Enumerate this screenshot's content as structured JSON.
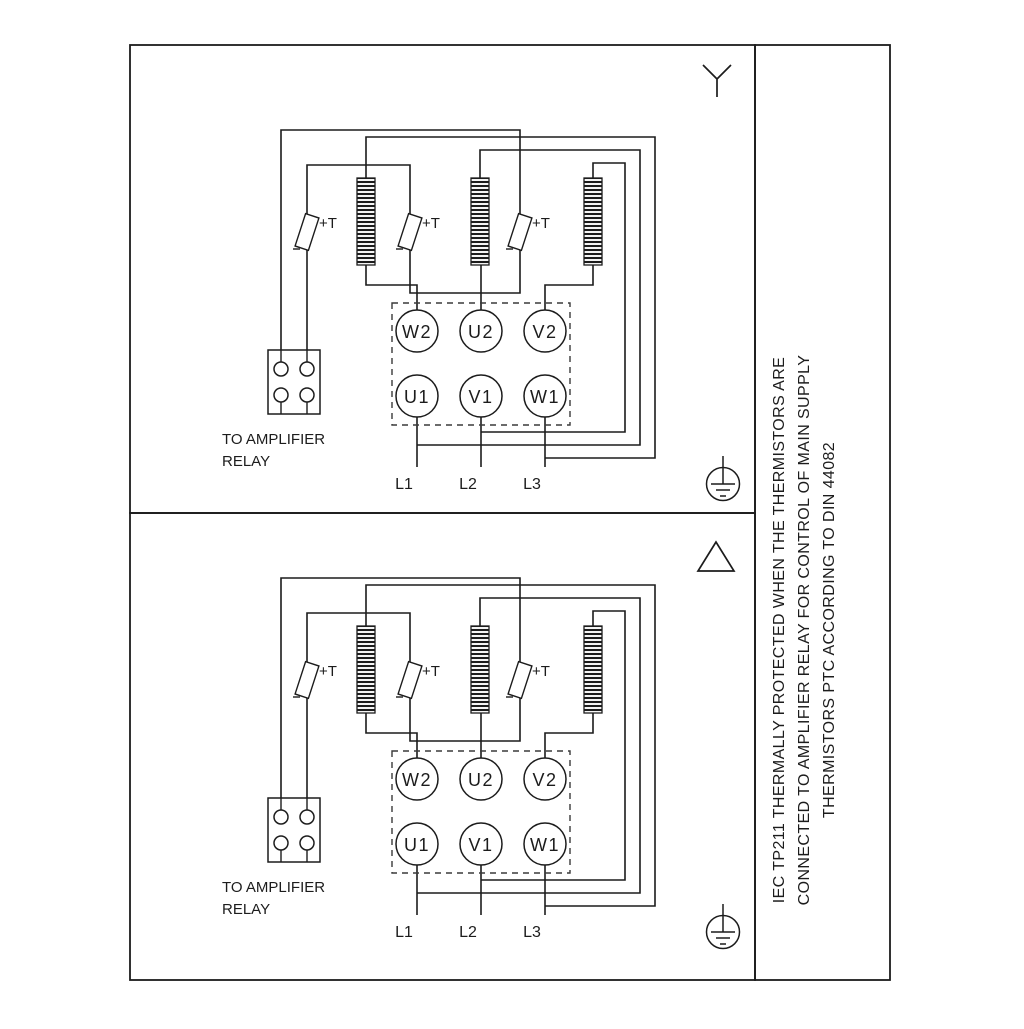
{
  "diagram": {
    "terminals_top": [
      "W2",
      "U2",
      "V2"
    ],
    "terminals_bottom": [
      "U1",
      "V1",
      "W1"
    ],
    "supply_lines": [
      "L1",
      "L2",
      "L3"
    ],
    "thermistor_label": "+T",
    "relay_caption_line1": "TO AMPLIFIER",
    "relay_caption_line2": "RELAY",
    "top_panel_connection": "star",
    "bottom_panel_connection": "delta"
  },
  "sidebar": {
    "lines": [
      "IEC TP211 THERMALLY PROTECTED WHEN THE THERMISTORS ARE",
      "CONNECTED TO AMPLIFIER RELAY FOR CONTROL OF MAIN SUPPLY",
      "THERMISTORS PTC ACCORDING TO DIN 44082"
    ]
  },
  "colors": {
    "line": "#1c1c1c",
    "background": "#ffffff"
  }
}
